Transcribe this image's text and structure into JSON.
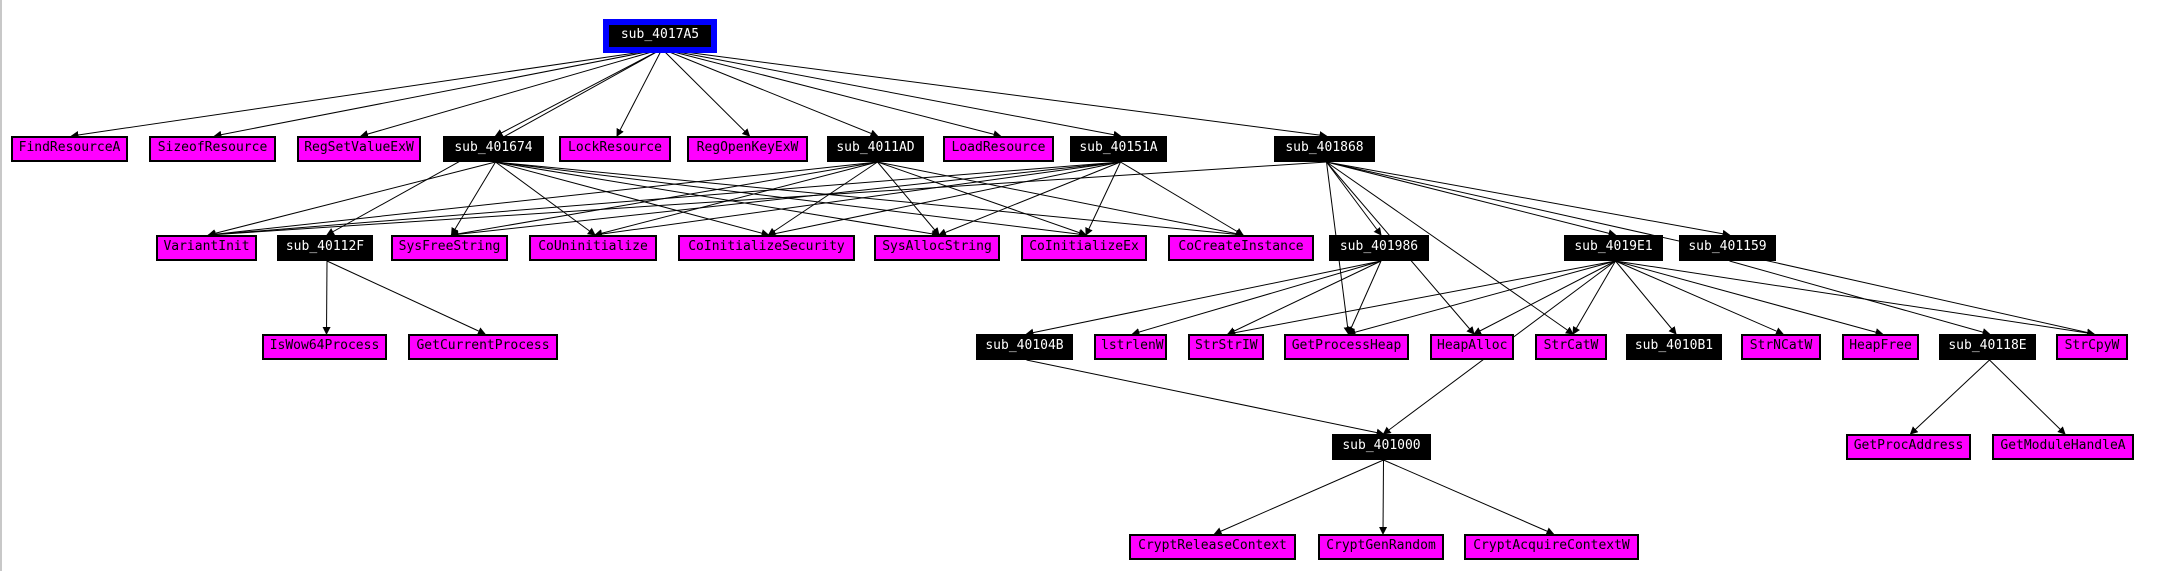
{
  "colors": {
    "function_node": "#000000",
    "import_node": "#ff00ff",
    "root_border": "#0000ff",
    "edge": "#000000"
  },
  "nodes": [
    {
      "id": "sub_4017A5",
      "label": "sub_4017A5",
      "kind": "root"
    },
    {
      "id": "FindResourceA",
      "label": "FindResourceA",
      "kind": "api"
    },
    {
      "id": "SizeofResource",
      "label": "SizeofResource",
      "kind": "api"
    },
    {
      "id": "RegSetValueExW",
      "label": "RegSetValueExW",
      "kind": "api"
    },
    {
      "id": "sub_401674",
      "label": "sub_401674",
      "kind": "func"
    },
    {
      "id": "LockResource",
      "label": "LockResource",
      "kind": "api"
    },
    {
      "id": "RegOpenKeyExW",
      "label": "RegOpenKeyExW",
      "kind": "api"
    },
    {
      "id": "sub_4011AD",
      "label": "sub_4011AD",
      "kind": "func"
    },
    {
      "id": "LoadResource",
      "label": "LoadResource",
      "kind": "api"
    },
    {
      "id": "sub_40151A",
      "label": "sub_40151A",
      "kind": "func"
    },
    {
      "id": "sub_401868",
      "label": "sub_401868",
      "kind": "func"
    },
    {
      "id": "VariantInit",
      "label": "VariantInit",
      "kind": "api"
    },
    {
      "id": "sub_40112F",
      "label": "sub_40112F",
      "kind": "func"
    },
    {
      "id": "SysFreeString",
      "label": "SysFreeString",
      "kind": "api"
    },
    {
      "id": "CoUninitialize",
      "label": "CoUninitialize",
      "kind": "api"
    },
    {
      "id": "CoInitializeSecurity",
      "label": "CoInitializeSecurity",
      "kind": "api"
    },
    {
      "id": "SysAllocString",
      "label": "SysAllocString",
      "kind": "api"
    },
    {
      "id": "CoInitializeEx",
      "label": "CoInitializeEx",
      "kind": "api"
    },
    {
      "id": "CoCreateInstance",
      "label": "CoCreateInstance",
      "kind": "api"
    },
    {
      "id": "sub_401986",
      "label": "sub_401986",
      "kind": "func"
    },
    {
      "id": "sub_4019E1",
      "label": "sub_4019E1",
      "kind": "func"
    },
    {
      "id": "sub_401159",
      "label": "sub_401159",
      "kind": "func"
    },
    {
      "id": "IsWow64Process",
      "label": "IsWow64Process",
      "kind": "api"
    },
    {
      "id": "GetCurrentProcess",
      "label": "GetCurrentProcess",
      "kind": "api"
    },
    {
      "id": "sub_40104B",
      "label": "sub_40104B",
      "kind": "func"
    },
    {
      "id": "lstrlenW",
      "label": "lstrlenW",
      "kind": "api"
    },
    {
      "id": "StrStrIW",
      "label": "StrStrIW",
      "kind": "api"
    },
    {
      "id": "GetProcessHeap",
      "label": "GetProcessHeap",
      "kind": "api"
    },
    {
      "id": "HeapAlloc",
      "label": "HeapAlloc",
      "kind": "api"
    },
    {
      "id": "StrCatW",
      "label": "StrCatW",
      "kind": "api"
    },
    {
      "id": "sub_4010B1",
      "label": "sub_4010B1",
      "kind": "func"
    },
    {
      "id": "StrNCatW",
      "label": "StrNCatW",
      "kind": "api"
    },
    {
      "id": "HeapFree",
      "label": "HeapFree",
      "kind": "api"
    },
    {
      "id": "sub_40118E",
      "label": "sub_40118E",
      "kind": "func"
    },
    {
      "id": "StrCpyW",
      "label": "StrCpyW",
      "kind": "api"
    },
    {
      "id": "sub_401000",
      "label": "sub_401000",
      "kind": "func"
    },
    {
      "id": "GetProcAddress",
      "label": "GetProcAddress",
      "kind": "api"
    },
    {
      "id": "GetModuleHandleA",
      "label": "GetModuleHandleA",
      "kind": "api"
    },
    {
      "id": "CryptReleaseContext",
      "label": "CryptReleaseContext",
      "kind": "api"
    },
    {
      "id": "CryptGenRandom",
      "label": "CryptGenRandom",
      "kind": "api"
    },
    {
      "id": "CryptAcquireContextW",
      "label": "CryptAcquireContextW",
      "kind": "api"
    }
  ],
  "edges": [
    [
      "sub_4017A5",
      "FindResourceA"
    ],
    [
      "sub_4017A5",
      "SizeofResource"
    ],
    [
      "sub_4017A5",
      "RegSetValueExW"
    ],
    [
      "sub_4017A5",
      "sub_401674"
    ],
    [
      "sub_4017A5",
      "LockResource"
    ],
    [
      "sub_4017A5",
      "RegOpenKeyExW"
    ],
    [
      "sub_4017A5",
      "sub_4011AD"
    ],
    [
      "sub_4017A5",
      "LoadResource"
    ],
    [
      "sub_4017A5",
      "sub_40151A"
    ],
    [
      "sub_4017A5",
      "sub_401868"
    ],
    [
      "sub_4017A5",
      "sub_40112F"
    ],
    [
      "sub_401674",
      "VariantInit"
    ],
    [
      "sub_401674",
      "SysFreeString"
    ],
    [
      "sub_401674",
      "CoUninitialize"
    ],
    [
      "sub_401674",
      "CoInitializeSecurity"
    ],
    [
      "sub_401674",
      "SysAllocString"
    ],
    [
      "sub_401674",
      "CoInitializeEx"
    ],
    [
      "sub_401674",
      "CoCreateInstance"
    ],
    [
      "sub_4011AD",
      "VariantInit"
    ],
    [
      "sub_4011AD",
      "SysFreeString"
    ],
    [
      "sub_4011AD",
      "CoUninitialize"
    ],
    [
      "sub_4011AD",
      "CoInitializeSecurity"
    ],
    [
      "sub_4011AD",
      "SysAllocString"
    ],
    [
      "sub_4011AD",
      "CoInitializeEx"
    ],
    [
      "sub_4011AD",
      "CoCreateInstance"
    ],
    [
      "sub_40151A",
      "VariantInit"
    ],
    [
      "sub_40151A",
      "SysFreeString"
    ],
    [
      "sub_40151A",
      "CoUninitialize"
    ],
    [
      "sub_40151A",
      "CoInitializeSecurity"
    ],
    [
      "sub_40151A",
      "SysAllocString"
    ],
    [
      "sub_40151A",
      "CoInitializeEx"
    ],
    [
      "sub_40151A",
      "CoCreateInstance"
    ],
    [
      "sub_401868",
      "VariantInit"
    ],
    [
      "sub_401868",
      "sub_401986"
    ],
    [
      "sub_401868",
      "GetProcessHeap"
    ],
    [
      "sub_401868",
      "HeapAlloc"
    ],
    [
      "sub_401868",
      "StrCatW"
    ],
    [
      "sub_401868",
      "sub_4019E1"
    ],
    [
      "sub_401868",
      "sub_401159"
    ],
    [
      "sub_401868",
      "StrCpyW"
    ],
    [
      "sub_40112F",
      "IsWow64Process"
    ],
    [
      "sub_40112F",
      "GetCurrentProcess"
    ],
    [
      "sub_401986",
      "sub_40104B"
    ],
    [
      "sub_401986",
      "lstrlenW"
    ],
    [
      "sub_401986",
      "StrStrIW"
    ],
    [
      "sub_401986",
      "GetProcessHeap"
    ],
    [
      "sub_4019E1",
      "StrStrIW"
    ],
    [
      "sub_4019E1",
      "GetProcessHeap"
    ],
    [
      "sub_4019E1",
      "HeapAlloc"
    ],
    [
      "sub_4019E1",
      "StrCatW"
    ],
    [
      "sub_4019E1",
      "sub_4010B1"
    ],
    [
      "sub_4019E1",
      "StrNCatW"
    ],
    [
      "sub_4019E1",
      "HeapFree"
    ],
    [
      "sub_4019E1",
      "StrCpyW"
    ],
    [
      "sub_4019E1",
      "sub_401000"
    ],
    [
      "sub_401159",
      "sub_40118E"
    ],
    [
      "sub_40104B",
      "sub_401000"
    ],
    [
      "sub_40118E",
      "GetProcAddress"
    ],
    [
      "sub_40118E",
      "GetModuleHandleA"
    ],
    [
      "sub_401000",
      "CryptReleaseContext"
    ],
    [
      "sub_401000",
      "CryptGenRandom"
    ],
    [
      "sub_401000",
      "CryptAcquireContextW"
    ]
  ]
}
